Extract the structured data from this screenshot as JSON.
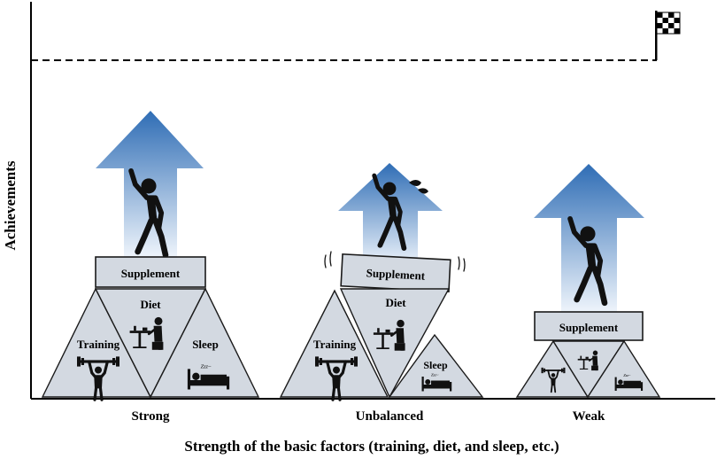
{
  "axes": {
    "y_label": "Achievements",
    "x_label": "Strength of the basic factors (training, diet, and sleep, etc.)"
  },
  "goal": {
    "icon": "checkered-flag-icon"
  },
  "groups": [
    {
      "category": "Strong",
      "supplement": "Supplement",
      "factors": {
        "training": "Training",
        "diet": "Diet",
        "sleep": "Sleep"
      }
    },
    {
      "category": "Unbalanced",
      "supplement": "Supplement",
      "factors": {
        "training": "Training",
        "diet": "Diet",
        "sleep": "Sleep"
      }
    },
    {
      "category": "Weak",
      "supplement": "Supplement",
      "factors": {
        "training": "",
        "diet": "",
        "sleep": ""
      }
    }
  ],
  "colors": {
    "arrow_top": "#2f6db5",
    "arrow_bottom": "#eef4fb",
    "block_fill": "#d3d9e1"
  }
}
